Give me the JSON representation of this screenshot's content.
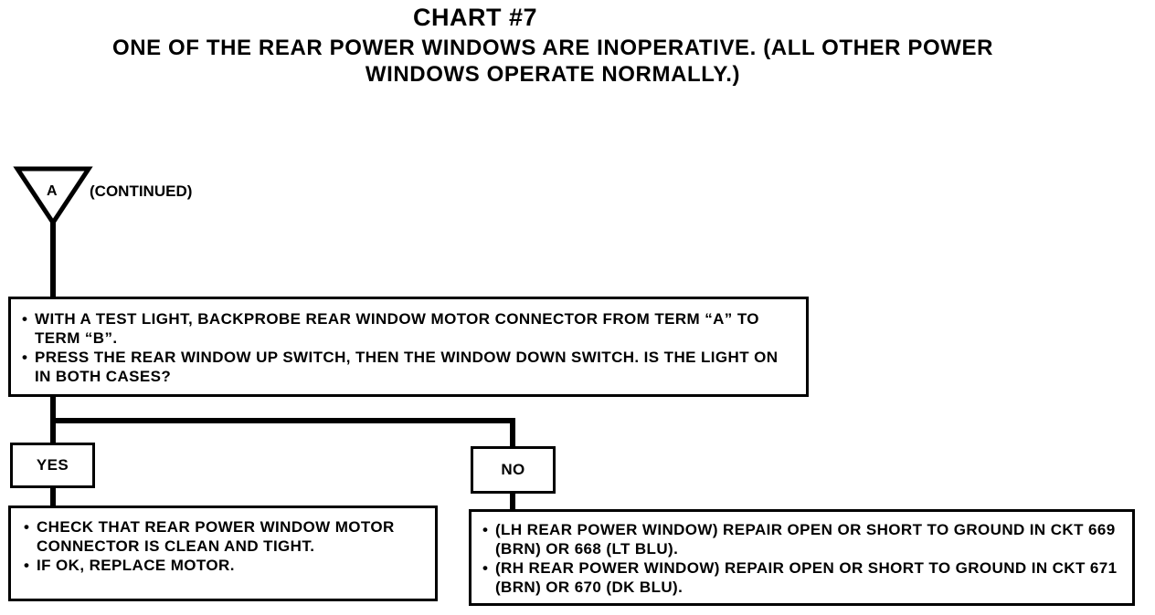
{
  "header": {
    "title": "CHART #7",
    "subtitle_line1": "ONE OF THE REAR POWER WINDOWS ARE INOPERATIVE. (ALL OTHER POWER",
    "subtitle_line2": "WINDOWS OPERATE NORMALLY.)"
  },
  "connector": {
    "label": "A",
    "note": "(CONTINUED)"
  },
  "question": {
    "items": [
      "WITH A TEST LIGHT, BACKPROBE REAR WINDOW MOTOR CONNECTOR FROM TERM “A” TO TERM “B”.",
      "PRESS THE REAR WINDOW UP SWITCH, THEN THE WINDOW DOWN SWITCH. IS THE LIGHT ON IN BOTH CASES?"
    ]
  },
  "branches": {
    "yes_label": "YES",
    "no_label": "NO"
  },
  "yes_action": {
    "items": [
      "CHECK THAT REAR POWER WINDOW MOTOR CONNECTOR IS CLEAN AND TIGHT.",
      "IF OK, REPLACE MOTOR."
    ]
  },
  "no_action": {
    "items": [
      "(LH REAR POWER WINDOW) REPAIR OPEN OR SHORT TO GROUND IN CKT 669 (BRN) OR 668 (LT BLU).",
      "(RH REAR POWER WINDOW) REPAIR OPEN OR SHORT TO GROUND IN CKT 671 (BRN) OR 670 (DK BLU)."
    ]
  }
}
